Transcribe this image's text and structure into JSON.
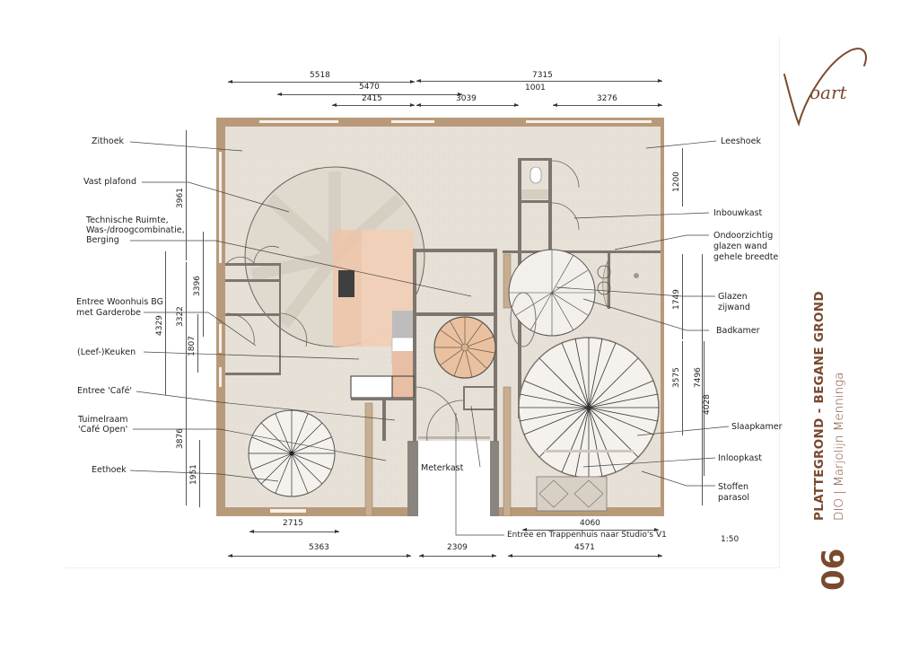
{
  "drawing": {
    "scale": "1:50",
    "top_dimensions": {
      "row1": [
        "5518",
        "7315"
      ],
      "row2": [
        "5470",
        "1001"
      ],
      "row3": [
        "2415",
        "3039",
        "3276"
      ]
    },
    "bottom_dimensions": {
      "row1": [
        "2715",
        "4060"
      ],
      "row2": [
        "5363",
        "2309",
        "4571"
      ]
    },
    "left_dimensions": [
      "3961",
      "3396",
      "4329",
      "3322",
      "1807",
      "3876",
      "1951"
    ],
    "right_dimensions": [
      "1200",
      "1749",
      "3575",
      "7496",
      "4028"
    ],
    "labels_left": [
      "Zithoek",
      "Vast plafond",
      "Technische Ruimte,",
      "Was-/droogcombinatie,",
      "Berging",
      "Entree Woonhuis BG",
      "met Garderobe",
      "(Leef-)Keuken",
      "Entree 'Café'",
      "Tuimelraam",
      "'Café Open'",
      "Eethoek"
    ],
    "labels_right": [
      "Leeshoek",
      "Inbouwkast",
      "Ondoorzichtig",
      "glazen wand",
      "gehele breedte",
      "Glazen",
      "zijwand",
      "Badkamer",
      "Slaapkamer",
      "Inloopkast",
      "Stoffen",
      "parasol"
    ],
    "label_center": "Meterkast",
    "label_bottom": "Entree en Trappenhuis naar Studio's V1"
  },
  "brand": {
    "logo_text": "Voart",
    "page_number": "06",
    "title": "PLATTEGROND - BEGANE GROND",
    "subtitle": "DIO | Marjolijn Menninga",
    "accent_color": "#7a4a2e"
  },
  "colors": {
    "floor": "#e6e0d7",
    "wall": "#b89a7a",
    "inner_wall": "#7d7670",
    "kitchen": "#edc5ab",
    "stair": "#eac1a0"
  }
}
